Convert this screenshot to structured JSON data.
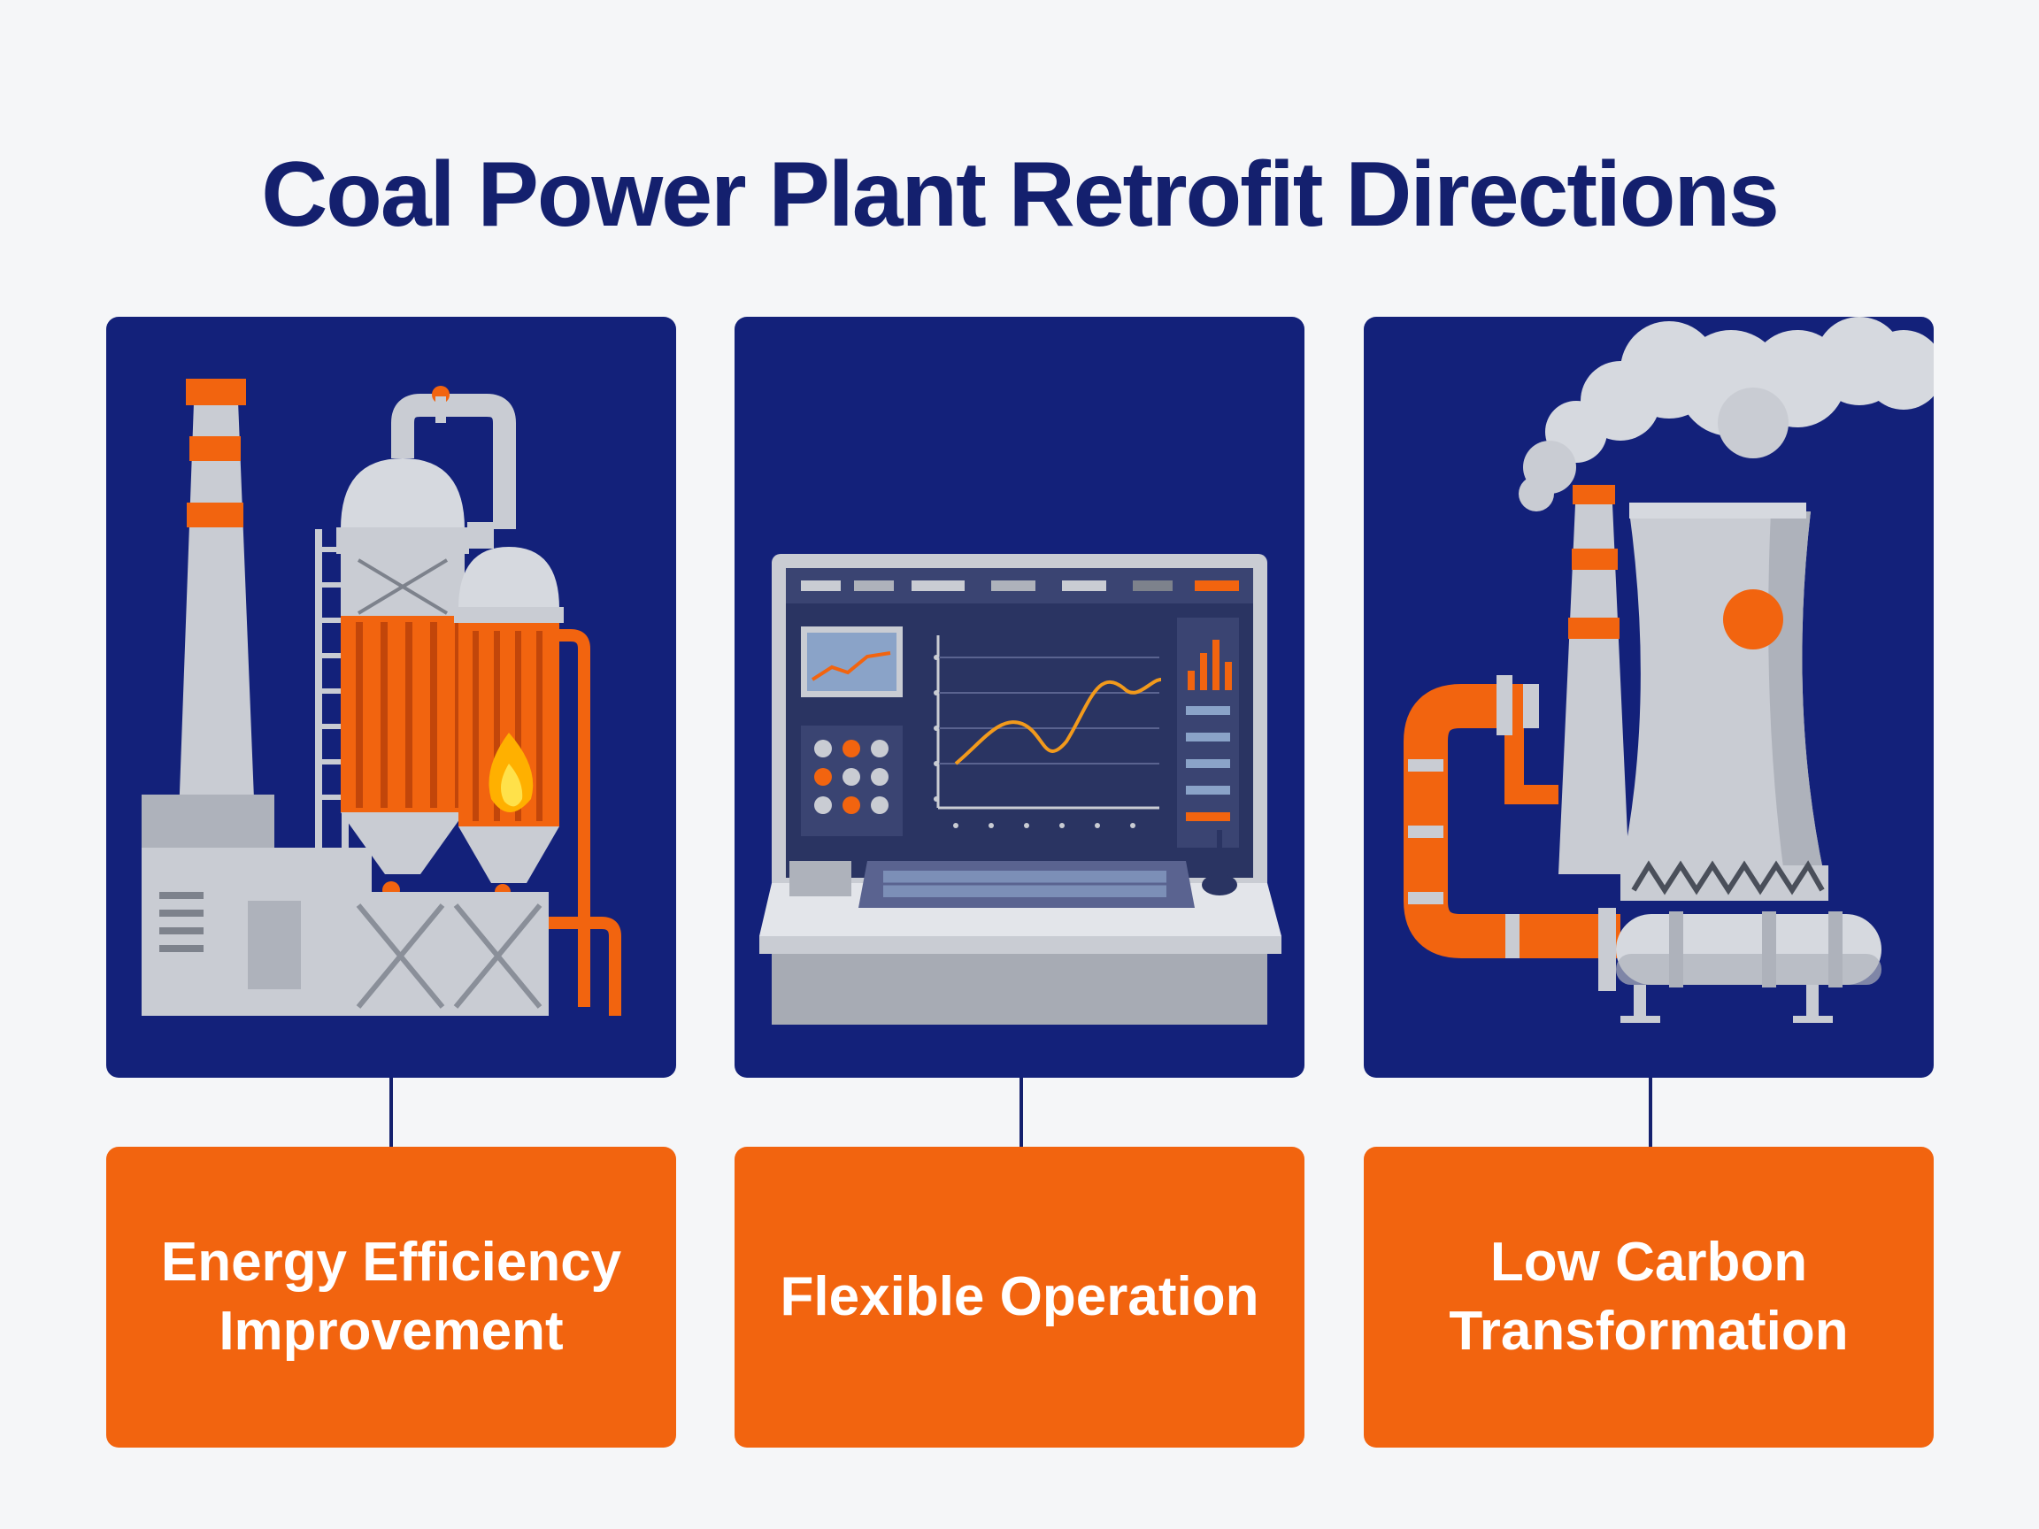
{
  "title": "Coal Power Plant Retrofit Directions",
  "colors": {
    "navy": "#13217a",
    "orange": "#f2640f",
    "gray": "#c9ccd3",
    "background": "#f5f6f8"
  },
  "directions": [
    {
      "label": "Energy Efficiency Improvement",
      "icon": "industrial-plant-icon"
    },
    {
      "label": "Flexible Operation",
      "icon": "control-console-icon"
    },
    {
      "label": "Low Carbon Transformation",
      "icon": "cooling-tower-icon"
    }
  ]
}
